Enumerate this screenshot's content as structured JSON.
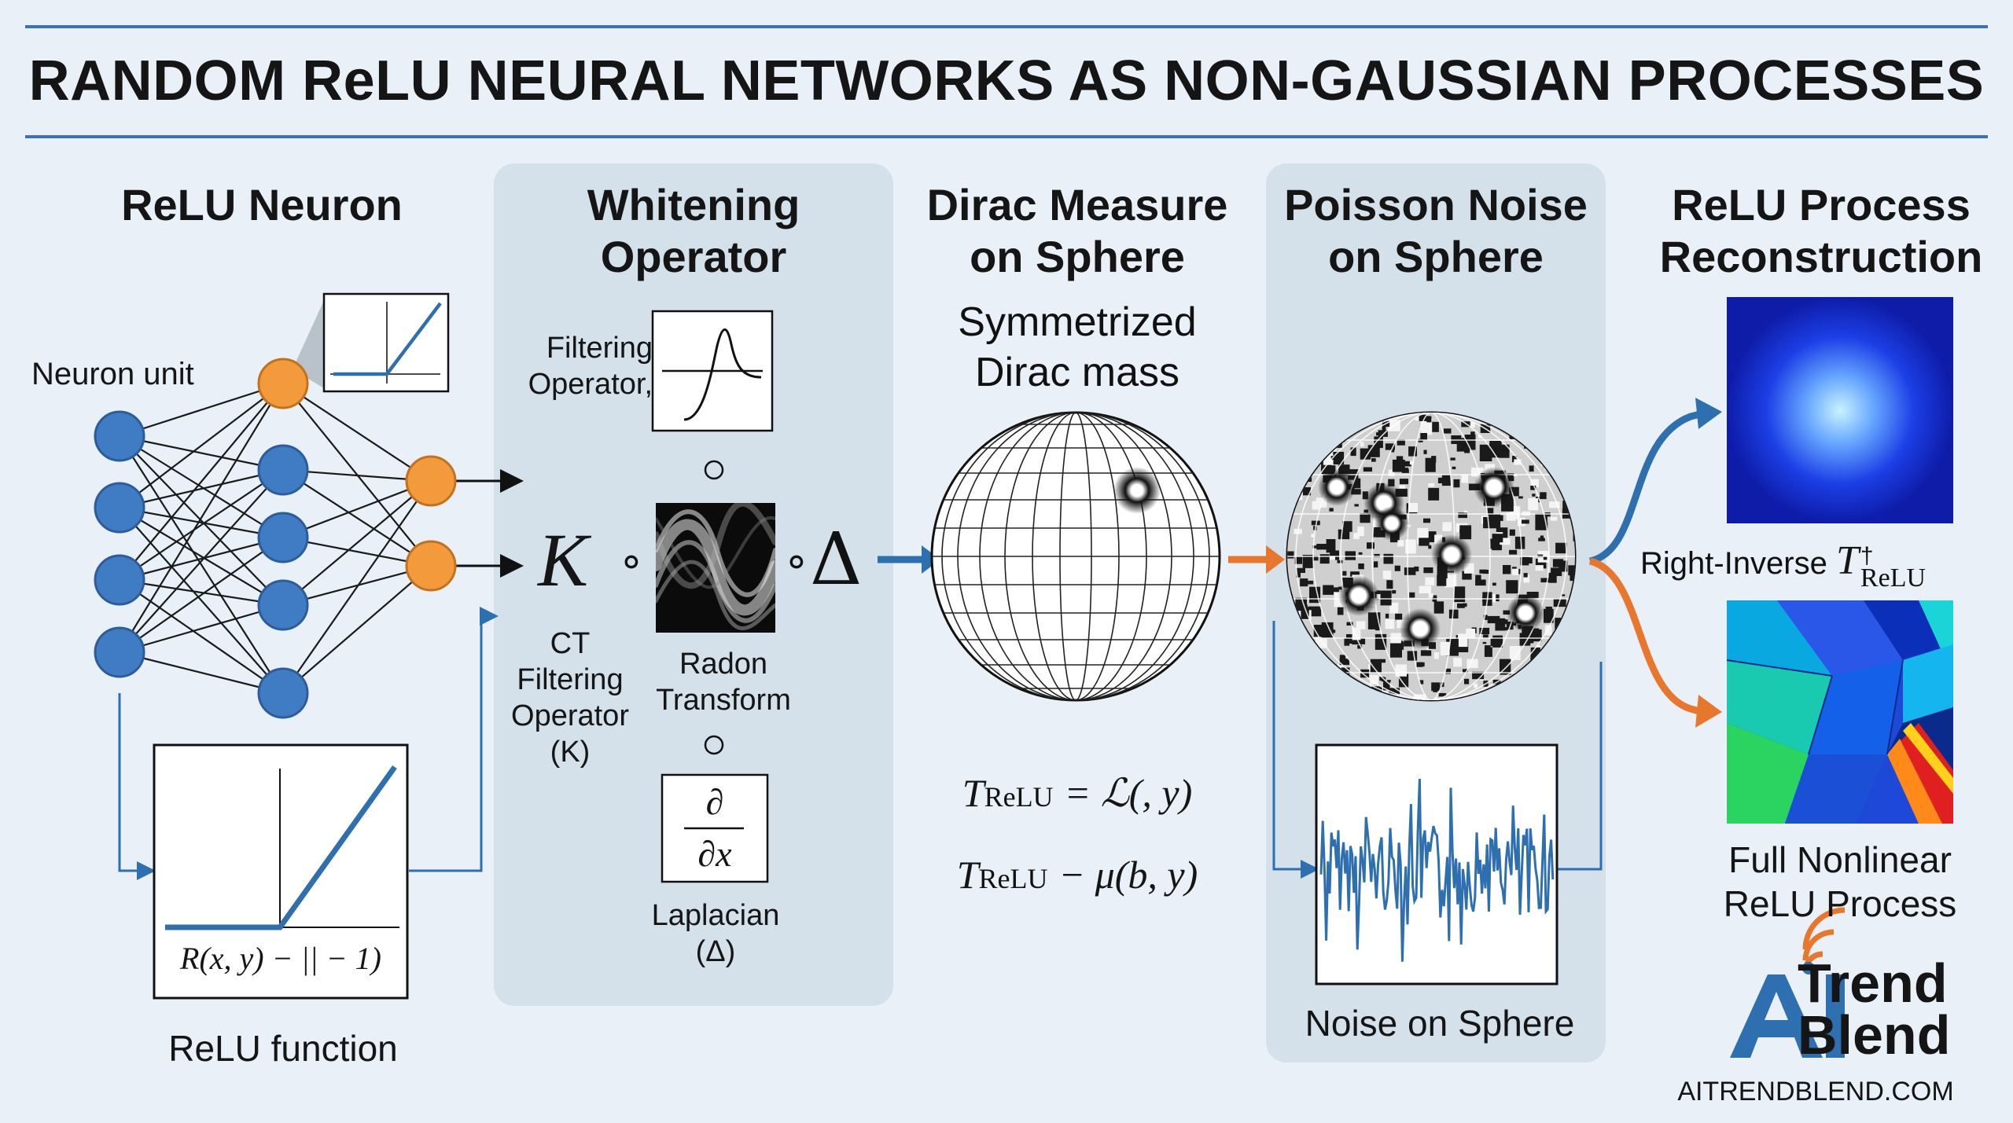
{
  "header": {
    "title": "RANDOM ReLU NEURAL NETWORKS AS NON-GAUSSIAN PROCESSES"
  },
  "columns": {
    "relu_neuron": {
      "title": "ReLU Neuron",
      "neuron_unit_label": "Neuron unit",
      "function_label": "ReLU function",
      "formula": "R(x, y) − || − 1)"
    },
    "whitening": {
      "title_line1": "Whitening",
      "title_line2": "Operator",
      "filtering_label_line1": "Filtering",
      "filtering_label_line2": "Operator,",
      "k_symbol": "K",
      "compose_symbol": "∘",
      "delta_symbol": "Δ",
      "ct_label_lines": [
        "CT",
        "Filtering",
        "Operator",
        "(K)"
      ],
      "radon_label_lines": [
        "Radon",
        "Transform"
      ],
      "derivative_num": "∂",
      "derivative_den": "∂x",
      "laplacian_label_lines": [
        "Laplacian",
        "(Δ)"
      ]
    },
    "dirac": {
      "title_line1": "Dirac Measure",
      "title_line2": "on Sphere",
      "subtitle_line1": "Symmetrized",
      "subtitle_line2": "Dirac mass",
      "eq1_lhs": "T",
      "eq1_sub": "ReLU",
      "eq1_rhs": "= ℒ(, y)",
      "eq2_lhs": "T",
      "eq2_sub": "ReLU",
      "eq2_rhs": "− μ(b, y)"
    },
    "poisson": {
      "title_line1": "Poisson Noise",
      "title_line2": "on Sphere",
      "noise_label": "Noise on Sphere"
    },
    "reconstruction": {
      "title_line1": "ReLU Process",
      "title_line2": "Reconstruction",
      "right_inverse_label": "Right-Inverse",
      "right_inverse_symbol": "T",
      "right_inverse_sup": "†",
      "right_inverse_sub": "ReLU",
      "full_label_line1": "Full Nonlinear",
      "full_label_line2": "ReLU Process"
    }
  },
  "brand": {
    "logo_letters": "AI",
    "line1": "Trend",
    "line2": "Blend",
    "url": "AITRENDBLEND.COM"
  },
  "colors": {
    "background": "#e9f0f7",
    "panel": "#d4e0ea",
    "neuron_blue": "#3f7cc4",
    "neuron_orange": "#f29a3c",
    "line_blue": "#2e6fb0",
    "arrow_orange": "#e8772e",
    "rule_blue": "#3a72b4"
  }
}
